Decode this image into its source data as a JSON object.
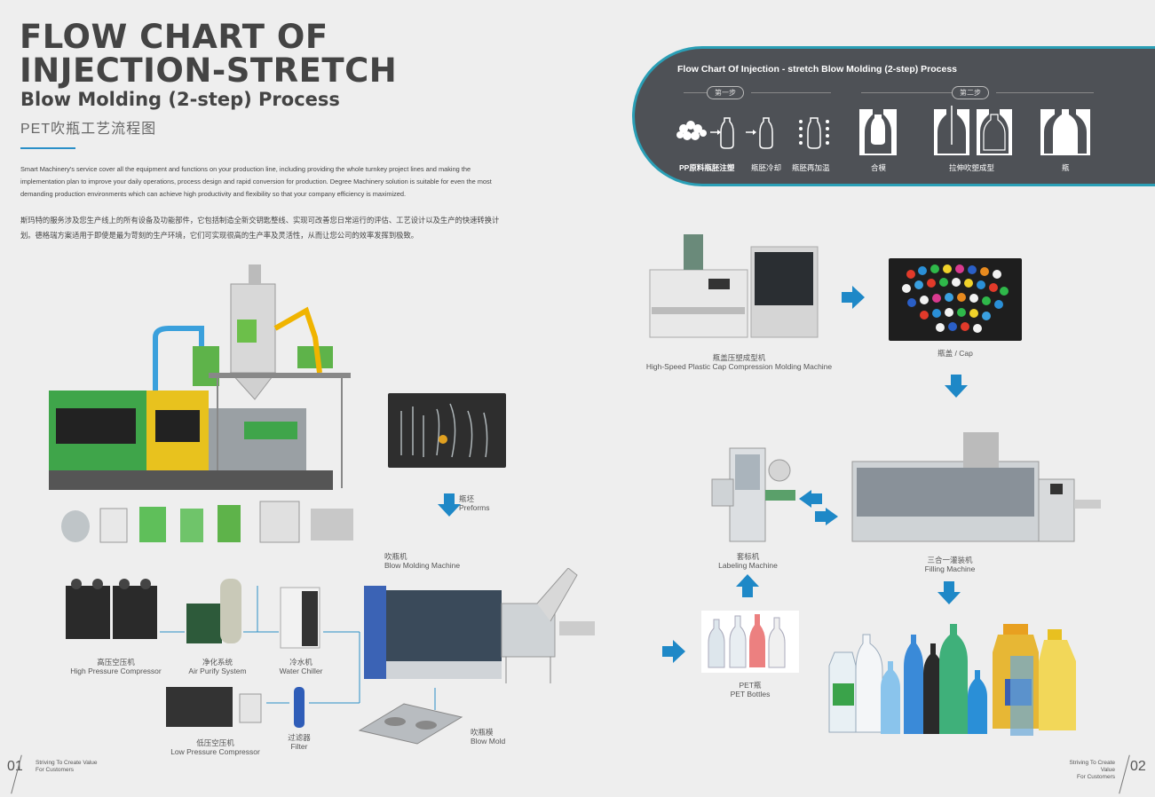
{
  "title": {
    "line1": "FLOW CHART OF",
    "line2": "INJECTION-STRETCH",
    "line3": "Blow Molding (2-step) Process",
    "line4": "PET吹瓶工艺流程图"
  },
  "intro": {
    "en": "Smart Machinery's service cover all the equipment and functions on your production line, including providing the whole turnkey project lines and making the implementation plan to improve your daily operations, process design and rapid conversion for production. Degree Machinery solution is suitable for even the most demanding production environments which can achieve high productivity and flexibility so that your company efficiency is maximized.",
    "cn": "斯玛特的服务涉及您生产线上的所有设备及功能部件，它包括制造全新交钥匙整线、实现可改善您日常运行的评估、工艺设计以及生产的快速转换计划。德格瑞方案适用于即使是最为苛刻的生产环境，它们可实现很高的生产率及灵活性，从而让您公司的效率发挥到极致。"
  },
  "process": {
    "title": "Flow Chart Of Injection - stretch Blow Molding (2-step) Process",
    "step1": "第一步",
    "step2": "第二步",
    "labels": [
      "PP原料瓶胚注塑",
      "瓶胚冷却",
      "瓶胚再加温",
      "合模",
      "拉伸吹塑成型",
      "瓶"
    ]
  },
  "machines": {
    "cap_machine_cn": "瓶盖压塑成型机",
    "cap_machine_en": "High-Speed Plastic Cap Compression Molding Machine",
    "cap_cn": "瓶盖 / Cap",
    "preforms_cn": "瓶坯",
    "preforms_en": "Preforms",
    "blow_machine_cn": "吹瓶机",
    "blow_machine_en": "Blow Molding Machine",
    "labeling_cn": "套标机",
    "labeling_en": "Labeling Machine",
    "filling_cn": "三合一灌装机",
    "filling_en": "Filling Machine",
    "pet_bottles_cn": "PET瓶",
    "pet_bottles_en": "PET Bottles",
    "hp_comp_cn": "高压空压机",
    "hp_comp_en": "High Pressure Compressor",
    "air_purify_cn": "净化系统",
    "air_purify_en": "Air Purify System",
    "chiller_cn": "冷水机",
    "chiller_en": "Water Chiller",
    "lp_comp_cn": "低压空压机",
    "lp_comp_en": "Low Pressure Compressor",
    "filter_cn": "过滤器",
    "filter_en": "Filter",
    "blow_mold_cn": "吹瓶模",
    "blow_mold_en": "Blow Mold"
  },
  "footer": {
    "left_num": "01",
    "left_line1": "Striving To Create Value",
    "left_line2": "For Customers",
    "right_num": "02",
    "right_line1": "Striving To Create Value",
    "right_line2": "For Customers"
  },
  "colors": {
    "accent": "#2a8fc7",
    "panel": "#4e5156",
    "arrow": "#1e88c7"
  }
}
